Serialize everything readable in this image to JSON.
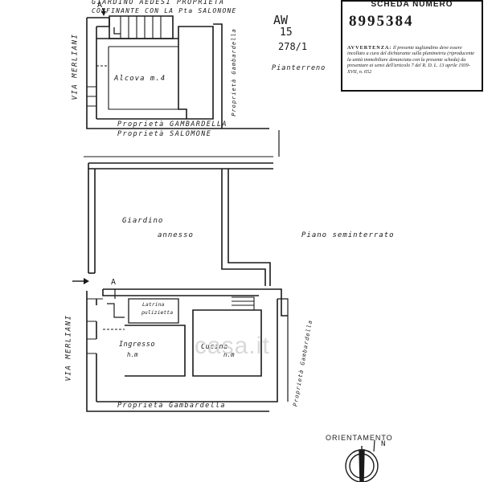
{
  "card": {
    "title": "SCHEDA NUMERO",
    "number": "8995384",
    "warning_title": "AVVERTENZA:",
    "warning_text": "Il presente tagliandino deve essere incollato a cura del dichiarante sulla planimetria (riproducente la unità immobiliare denunciata con la presente scheda) da presentare ai sensi dell'articolo 7 del R. D. L. 13 aprile 1939-XVII, n. 652"
  },
  "stamp": {
    "line1": "AW",
    "line2": "15",
    "line3": "278/1"
  },
  "upper_floor": {
    "header": "GIARDINO AEDESI PROPRIETÀ",
    "header2": "CONFINANTE CON LA Pta SALONONE",
    "room": "Alcova m.4",
    "floor_name": "Pianterreno",
    "side_prop": "Proprietà Gambardella",
    "bottom1": "Proprietà GAMBARDELLA",
    "bottom2": "Proprietà SALOMONE",
    "street": "VIA MERLIANI",
    "marker": "A"
  },
  "garden": {
    "word1": "Giardino",
    "word2": "annesso",
    "floor_name": "Piano seminterrato"
  },
  "lower_floor": {
    "marker": "A",
    "latrina": "Latrina",
    "latrina2": "pulizietta",
    "ingresso": "Ingresso",
    "ingresso_h": "h.m",
    "cucina": "Cucina",
    "cucina_h": "h.m",
    "street": "VIA MERLIANI",
    "side_prop": "Proprietà Gambardella",
    "bottom": "Proprietà Gambardella"
  },
  "watermark": "casa.it",
  "orientation": {
    "label": "ORIENTAMENTO",
    "north": "N"
  }
}
